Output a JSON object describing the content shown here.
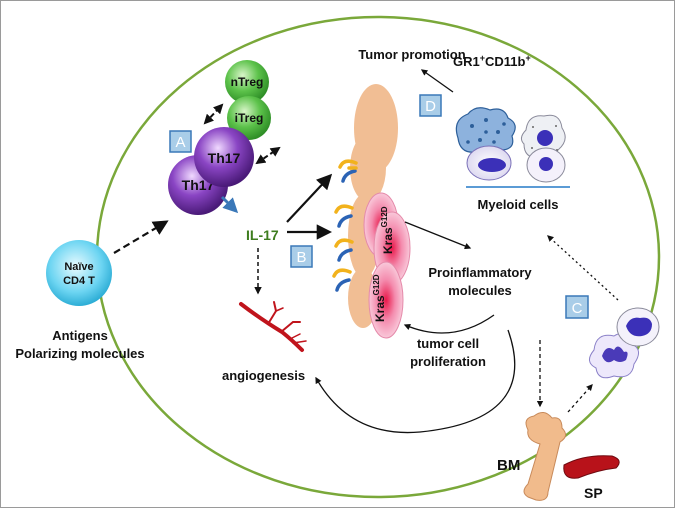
{
  "labels": {
    "tumor_promotion": "Tumor promotion",
    "gr1_cd11b": {
      "base1": "GR1",
      "sup1": "+",
      "base2": "CD11b",
      "sup2": "+"
    },
    "myeloid_cells": "Myeloid cells",
    "ntreg": "nTreg",
    "itreg": "iTreg",
    "th17": "Th17",
    "il17": "IL-17",
    "naive_line1": "Naïve",
    "naive_line2": "CD4 T",
    "antigens": "Antigens",
    "polarizing": "Polarizing molecules",
    "proinflammatory_line1": "Proinflammatory",
    "proinflammatory_line2": "molecules",
    "tumor_cell_line1": "tumor cell",
    "tumor_cell_line2": "proliferation",
    "angiogenesis": "angiogenesis",
    "kras_base": "Kras",
    "kras_sup": "G12D",
    "bm": "BM",
    "sp": "SP"
  },
  "panels": {
    "a": "A",
    "b": "B",
    "c": "C",
    "d": "D"
  },
  "colors": {
    "circle_stroke": "#7aa83a",
    "panel_fill": "#a9cde8",
    "panel_stroke": "#3a78b8",
    "il17_text": "#3e7d1f",
    "treg_green": "#46b83c",
    "th17_purple": "#6b2d9e",
    "naive_blue": "#5fd0f0",
    "tumor_tan": "#f1be94",
    "kras_pink": "#f7b8cf",
    "vessel_red": "#c0141c",
    "myeloid_line": "#5b9bd5"
  }
}
